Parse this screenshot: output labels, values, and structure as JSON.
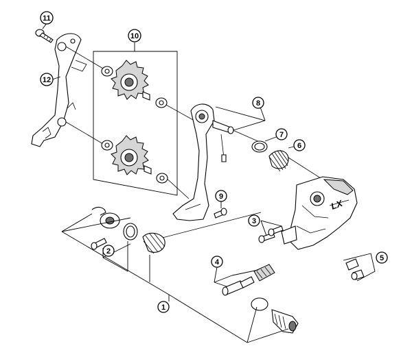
{
  "callouts": [
    {
      "id": "1",
      "label": "1"
    },
    {
      "id": "2",
      "label": "2"
    },
    {
      "id": "3",
      "label": "3"
    },
    {
      "id": "4",
      "label": "4"
    },
    {
      "id": "5",
      "label": "5"
    },
    {
      "id": "6",
      "label": "6"
    },
    {
      "id": "7",
      "label": "7"
    },
    {
      "id": "8",
      "label": "8"
    },
    {
      "id": "9",
      "label": "9"
    },
    {
      "id": "10",
      "label": "10"
    },
    {
      "id": "11",
      "label": "11"
    },
    {
      "id": "12",
      "label": "12"
    }
  ],
  "body_logo": "LX",
  "colors": {
    "line": "#000000",
    "background": "#ffffff",
    "shade": "#d6d6d6",
    "dark": "#707070"
  }
}
